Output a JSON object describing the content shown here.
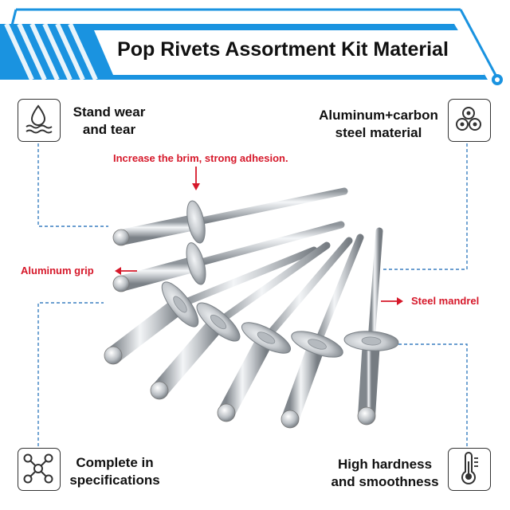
{
  "header": {
    "title": "Pop Rivets Assortment Kit Material"
  },
  "features": [
    {
      "label_line1": "Stand wear",
      "label_line2": "and tear",
      "icon": "water-drop-icon"
    },
    {
      "label_line1": "Aluminum+carbon",
      "label_line2": "steel material",
      "icon": "material-rods-icon"
    },
    {
      "label_line1": "Complete in",
      "label_line2": "specifications",
      "icon": "network-nodes-icon"
    },
    {
      "label_line1": "High hardness",
      "label_line2": "and smoothness",
      "icon": "thermometer-icon"
    }
  ],
  "callouts": {
    "brim": "Increase the brim, strong adhesion.",
    "grip": "Aluminum grip",
    "mandrel": "Steel mandrel"
  },
  "colors": {
    "banner_blue": "#1a93e0",
    "line_blue": "#1a93e0",
    "dashed_line": "#3a7fc0",
    "callout_red": "#d6182a",
    "icon_stroke": "#333333"
  },
  "product": {
    "rivet_count": 7
  }
}
